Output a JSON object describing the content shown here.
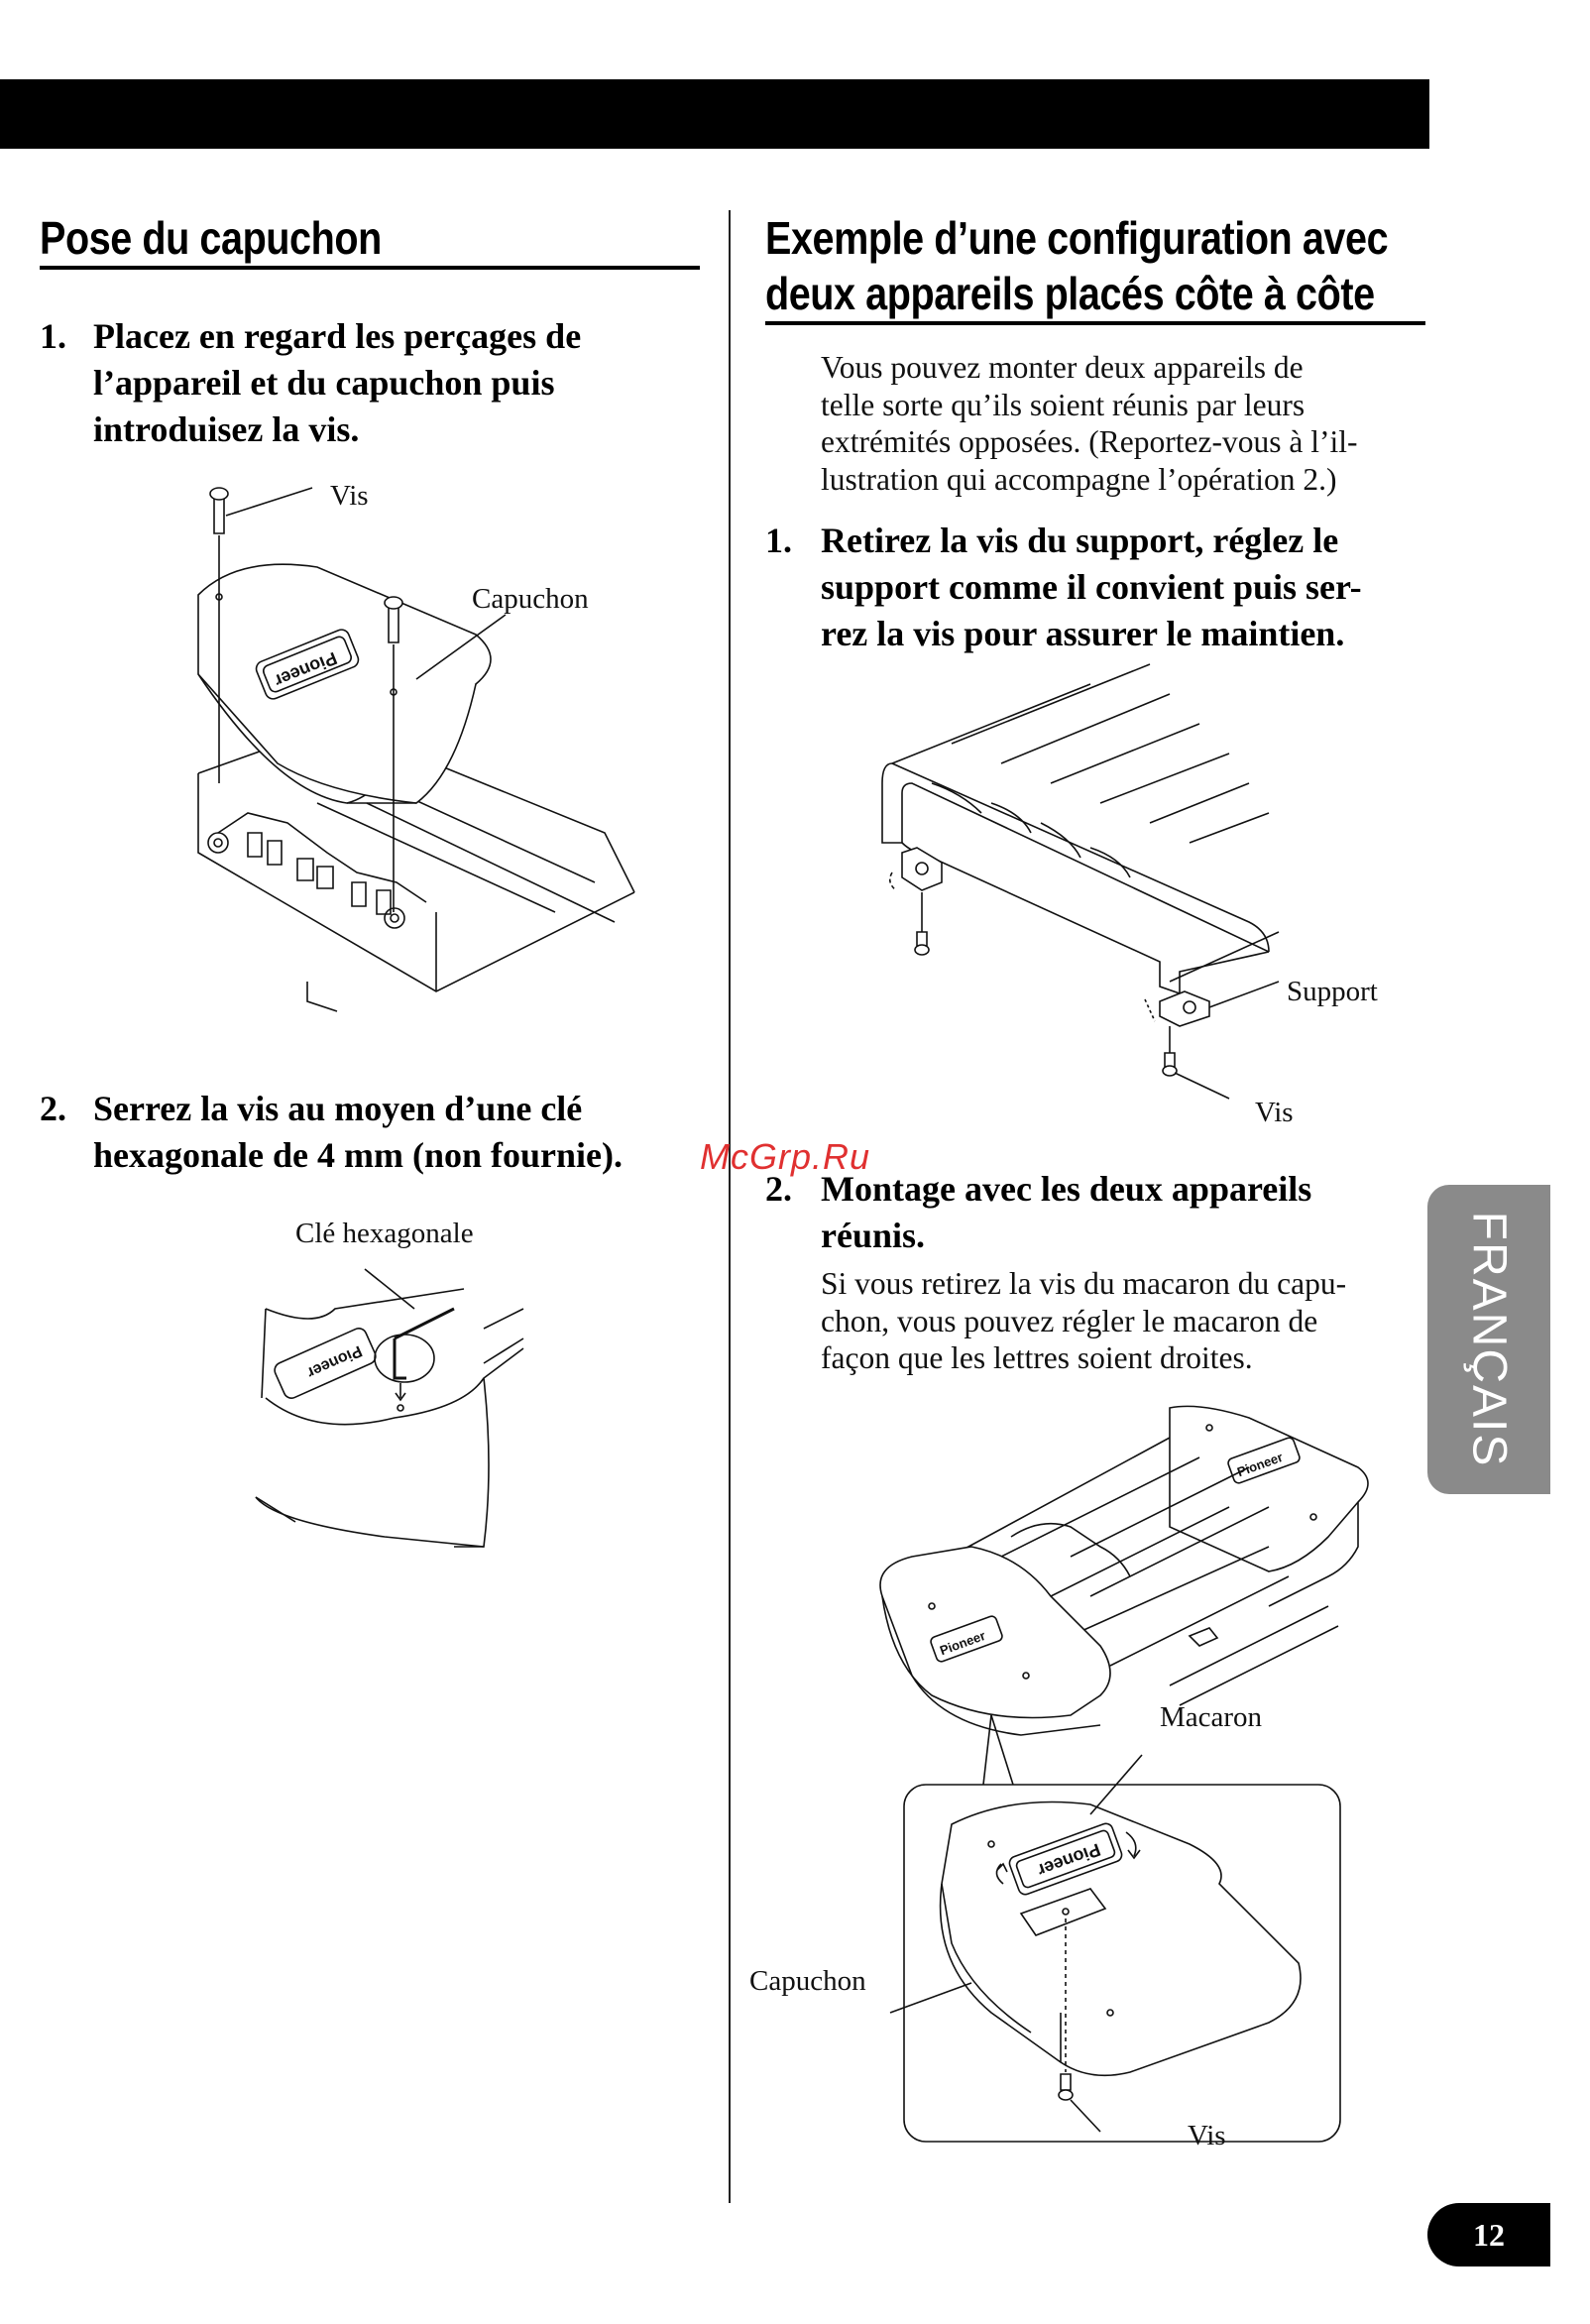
{
  "left": {
    "heading": "Pose du capuchon",
    "step1": {
      "number": "1.",
      "line1": "Placez en regard les perçages de",
      "line2": "l’appareil et du capuchon puis",
      "line3": "introduisez la vis."
    },
    "fig1": {
      "label_vis": "Vis",
      "label_capuchon": "Capuchon",
      "logo": "Pioneer"
    },
    "step2": {
      "number": "2.",
      "line1": "Serrez la vis au moyen d’une clé",
      "line2": "hexagonale de 4 mm (non fournie)."
    },
    "fig2": {
      "label_cle": "Clé hexagonale",
      "logo": "Pioneer"
    }
  },
  "right": {
    "heading_line1": "Exemple d’une configuration avec",
    "heading_line2": "deux appareils placés côte à côte",
    "intro": {
      "line1": "Vous pouvez monter deux appareils de",
      "line2": "telle sorte qu’ils soient réunis par leurs",
      "line3": "extrémités opposées. (Reportez-vous à l’il-",
      "line4": "lustration qui accompagne l’opération 2.)"
    },
    "step1": {
      "number": "1.",
      "line1": "Retirez la vis du support, réglez le",
      "line2": "support comme il convient puis ser-",
      "line3": "rez la vis pour assurer le maintien."
    },
    "fig3": {
      "label_support": "Support",
      "label_vis": "Vis"
    },
    "step2": {
      "number": "2.",
      "line1": "Montage avec les deux appareils",
      "line2": "réunis."
    },
    "step2_body": {
      "line1": "Si vous retirez la vis du macaron du capu-",
      "line2": "chon, vous pouvez régler le macaron de",
      "line3": "façon que les lettres soient droites."
    },
    "fig4": {
      "label_macaron": "Macaron",
      "label_capuchon": "Capuchon",
      "label_vis": "Vis",
      "logo": "Pioneer"
    }
  },
  "side_tab": "FRANÇAIS",
  "page_number": "12",
  "watermark": "McGrp.Ru",
  "colors": {
    "bar": "#000000",
    "tab": "#8a8a8a",
    "watermark": "#e03030"
  }
}
